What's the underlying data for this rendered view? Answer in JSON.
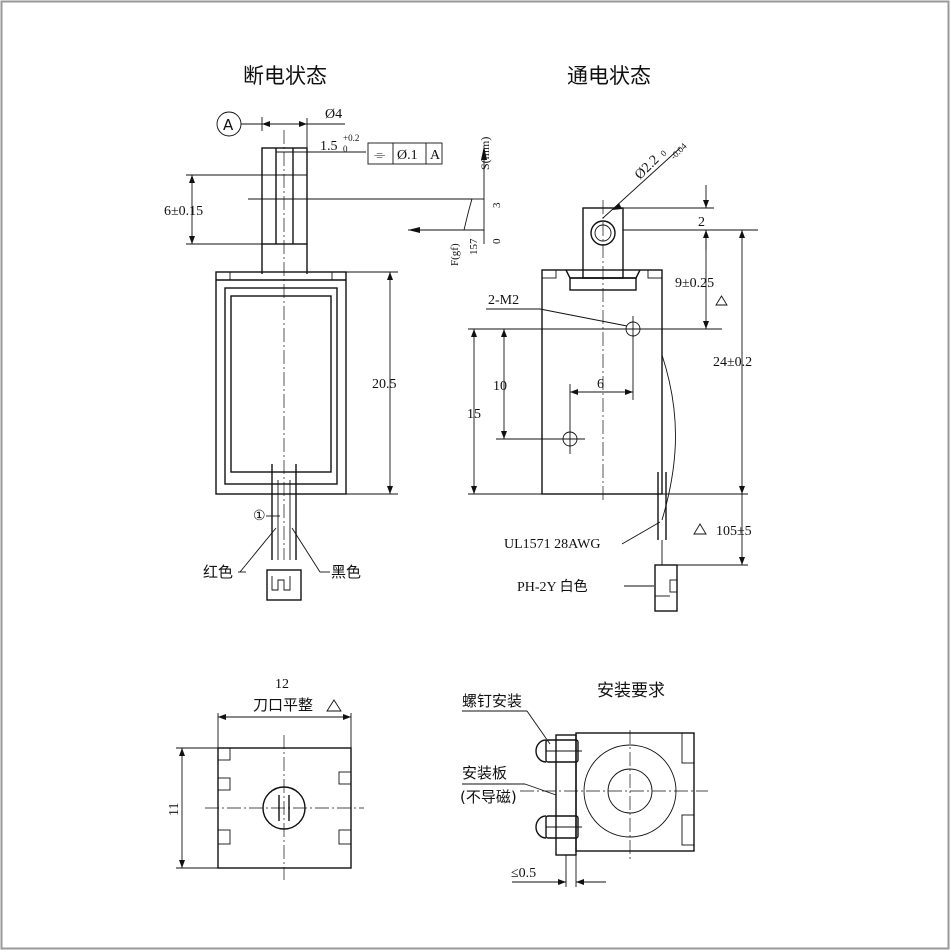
{
  "titles": {
    "off_state": "断电状态",
    "on_state": "通电状态",
    "install": "安装要求"
  },
  "off_view": {
    "datum": "A",
    "dia_plunger": "Ø4",
    "slot_width": "1.5",
    "slot_tol": "+0.2",
    "slot_tol_low": "0",
    "gtol_symbol": "⌯",
    "gtol_zone": "Ø.1",
    "gtol_datum": "A",
    "stroke_dim": "6±0.15",
    "height_dim": "20.5",
    "lead_no": "①",
    "red_wire": "红色",
    "black_wire": "黑色"
  },
  "graph": {
    "y_axis": "S(mm)",
    "x_axis": "F(gf)",
    "s_max": "3",
    "s_min": "0",
    "force": "157"
  },
  "on_view": {
    "dia_hole": "Ø2.2",
    "dia_tol_high": "0",
    "dia_tol_low": "-0.04",
    "top_dim": "2",
    "hole_pos": "9±0.25",
    "screw_holes": "2-M2",
    "height": "24±0.2",
    "dim_10": "10",
    "dim_15": "15",
    "dim_6": "6",
    "wire_spec": "UL1571 28AWG",
    "lead_length": "105±5",
    "connector": "PH-2Y 白色"
  },
  "bottom_view": {
    "width": "12",
    "flatness": "刀口平整",
    "depth": "11"
  },
  "install_view": {
    "screw_mount": "螺钉安装",
    "plate": "安装板",
    "plate_note": "(不导磁)",
    "gap": "≤0.5"
  }
}
